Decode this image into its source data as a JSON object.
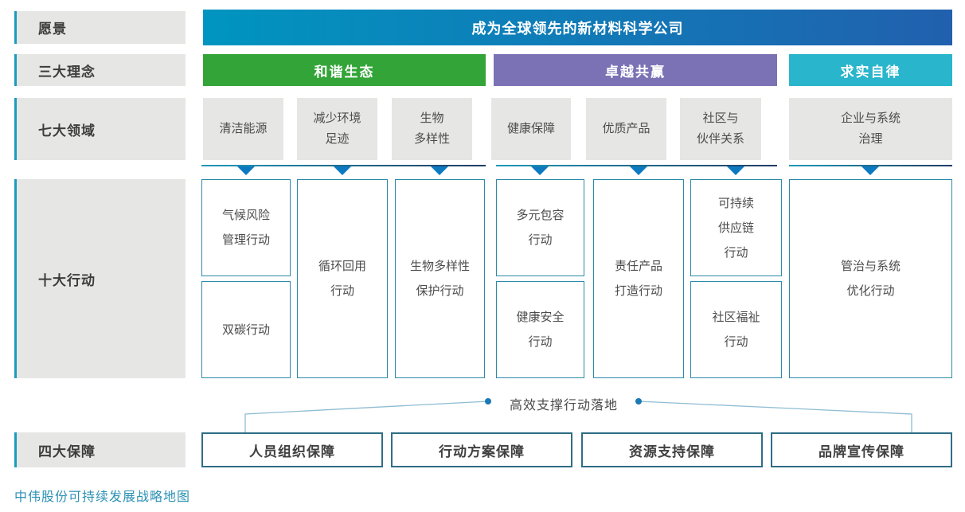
{
  "rows": {
    "vision": {
      "label": "愿景",
      "statement": "成为全球领先的新材料科学公司"
    },
    "concepts": {
      "label": "三大理念",
      "items": [
        {
          "name": "和谐生态",
          "color": "#33a438"
        },
        {
          "name": "卓越共赢",
          "color": "#7a72b5"
        },
        {
          "name": "求实自律",
          "color": "#29b5cb"
        }
      ]
    },
    "areas": {
      "label": "七大领域",
      "items": [
        {
          "lines": [
            "清洁能源"
          ]
        },
        {
          "lines": [
            "减少环境",
            "足迹"
          ]
        },
        {
          "lines": [
            "生物",
            "多样性"
          ]
        },
        {
          "lines": [
            "健康保障"
          ]
        },
        {
          "lines": [
            "优质产品"
          ]
        },
        {
          "lines": [
            "社区与",
            "伙伴关系"
          ]
        },
        {
          "lines": [
            "企业与系统",
            "治理"
          ]
        }
      ]
    },
    "actions": {
      "label": "十大行动",
      "columns": [
        {
          "boxes": [
            {
              "lines": [
                "气候风险",
                "管理行动"
              ]
            },
            {
              "lines": [
                "双碳行动"
              ]
            }
          ]
        },
        {
          "boxes": [
            {
              "lines": [
                "循环回用",
                "行动"
              ]
            }
          ]
        },
        {
          "boxes": [
            {
              "lines": [
                "生物多样性",
                "保护行动"
              ]
            }
          ]
        },
        {
          "boxes": [
            {
              "lines": [
                "多元包容",
                "行动"
              ]
            },
            {
              "lines": [
                "健康安全",
                "行动"
              ]
            }
          ]
        },
        {
          "boxes": [
            {
              "lines": [
                "责任产品",
                "打造行动"
              ]
            }
          ]
        },
        {
          "boxes": [
            {
              "lines": [
                "可持续",
                "供应链",
                "行动"
              ]
            },
            {
              "lines": [
                "社区福祉",
                "行动"
              ]
            }
          ]
        },
        {
          "boxes": [
            {
              "lines": [
                "管治与系统",
                "优化行动"
              ]
            }
          ]
        }
      ]
    },
    "support_note": "高效支撑行动落地",
    "guarantees": {
      "label": "四大保障",
      "items": [
        "人员组织保障",
        "行动方案保障",
        "资源支持保障",
        "品牌宣传保障"
      ]
    }
  },
  "caption": "中伟股份可持续发展战略地图",
  "colors": {
    "label_accent": "#1b9cbe",
    "label_bg": "#e6e6e5",
    "vision_gradient_start": "#0095c0",
    "vision_gradient_end": "#2160ae",
    "concept_green": "#33a438",
    "concept_purple": "#7a72b5",
    "concept_teal": "#29b5cb",
    "underline_gradient_start": "#1f9ab6",
    "underline_gradient_end": "#203c64",
    "arrow_blue": "#0c7ac1",
    "action_border": "#2c8aaa",
    "guarantee_border": "#2f6e86",
    "bracket_line": "#8ebdd3",
    "bracket_dot": "#1b79b5",
    "caption_color": "#2b90b4"
  }
}
